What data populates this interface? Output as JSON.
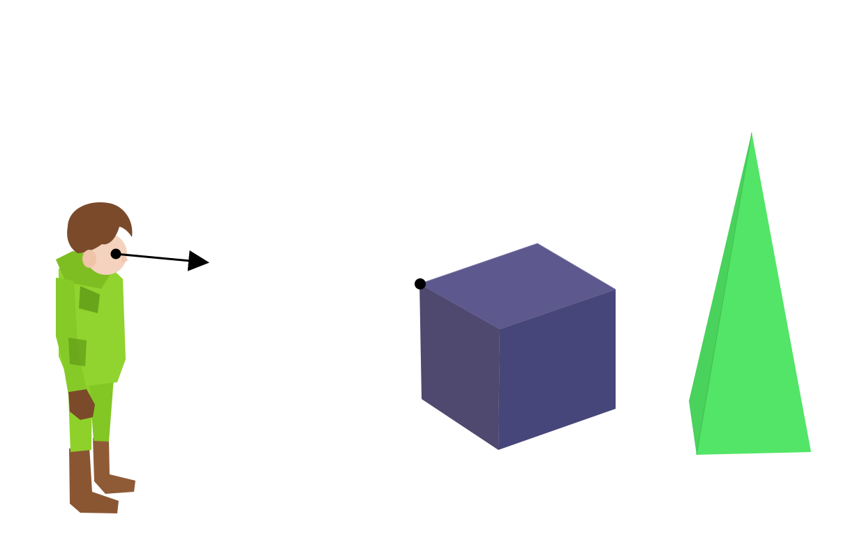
{
  "scene": {
    "background": "#ffffff",
    "objects": [
      {
        "kind": "character",
        "description": "boy-in-green-hooded-suit",
        "colors": {
          "suit": "#8fd12a",
          "suit_shadow": "#5f9a16",
          "skin": "#f4d2bd",
          "hair": "#7a4a2b",
          "gloves": "#7b4a2a",
          "boots": "#8a5632"
        }
      },
      {
        "kind": "gaze-arrow",
        "color": "#000000"
      },
      {
        "kind": "cube",
        "colors": {
          "top": "#5d588d",
          "left": "#4f486f",
          "right": "#46467a"
        }
      },
      {
        "kind": "marker-dot",
        "color": "#000000"
      },
      {
        "kind": "pyramid",
        "colors": {
          "front": "#52e567",
          "side": "#49d25c"
        }
      }
    ]
  }
}
